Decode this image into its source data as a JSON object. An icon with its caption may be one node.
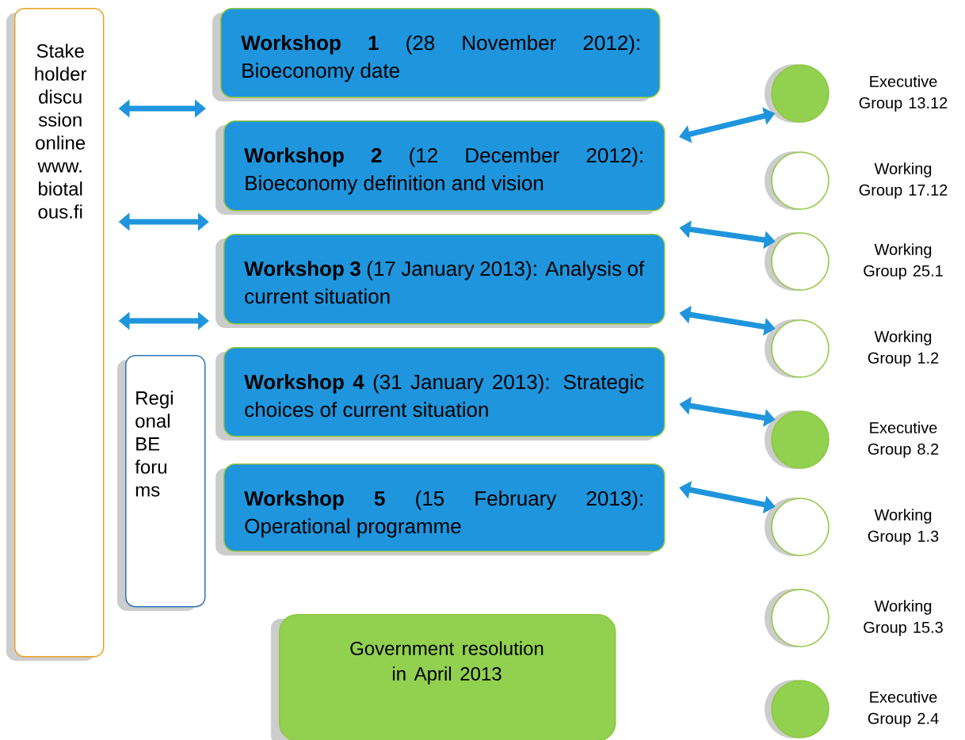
{
  "diagram": {
    "nodes": [
      {
        "text": [
          "Stake holder discu ssion online www. biotal ous.fi"
        ]
      },
      {
        "text": [
          "Regi onal BE foru ms"
        ]
      },
      {
        "text": [
          "**Workshop 1** (28 November 2012): Bioeconomy date"
        ]
      },
      {
        "text": [
          "**Workshop 2** (12 December 2012): Bioeconomy definition and vision"
        ]
      },
      {
        "text": [
          "**Workshop 3** (17 January 2013): Analysis of current situation"
        ]
      },
      {
        "text": [
          "**Workshop 4** (31 January 2013): Strategic choices of current situation"
        ]
      },
      {
        "text": [
          "**Workshop 5** (15 February 2013): Operational programme"
        ]
      },
      {
        "text": [
          "Government resolution in April 2013"
        ]
      },
      {
        "text": [],
        "shape": "circle",
        "beside": [
          "Executive Group 13.12"
        ]
      },
      {
        "text": [],
        "shape": "circle",
        "beside": [
          "Working Group 17.12"
        ]
      },
      {
        "text": [],
        "shape": "circle",
        "beside": [
          "Working Group 25.1"
        ]
      },
      {
        "text": [],
        "shape": "circle",
        "beside": [
          "Working Group 1.2"
        ]
      },
      {
        "text": [],
        "shape": "circle",
        "beside": [
          "Executive Group 8.2"
        ]
      },
      {
        "text": [],
        "shape": "circle",
        "beside": [
          "Working Group 1.3"
        ]
      },
      {
        "text": [],
        "shape": "circle",
        "beside": [
          "Working Group 15.3"
        ]
      },
      {
        "text": [],
        "shape": "circle",
        "beside": [
          "Executive Group 2.4"
        ]
      }
    ],
    "edges": [
      {
        "from": 0,
        "to": 2,
        "arrow": "both"
      },
      {
        "from": 0,
        "to": 3,
        "arrow": "both"
      },
      {
        "from": 0,
        "to": 4,
        "arrow": "both"
      },
      {
        "from": 3,
        "to": 8,
        "arrow": "both"
      },
      {
        "from": 3,
        "to": 10,
        "arrow": "both"
      },
      {
        "from": 4,
        "to": 11,
        "arrow": "both"
      },
      {
        "from": 5,
        "to": 12,
        "arrow": "both"
      },
      {
        "from": 6,
        "to": 13,
        "arrow": "both"
      }
    ]
  }
}
